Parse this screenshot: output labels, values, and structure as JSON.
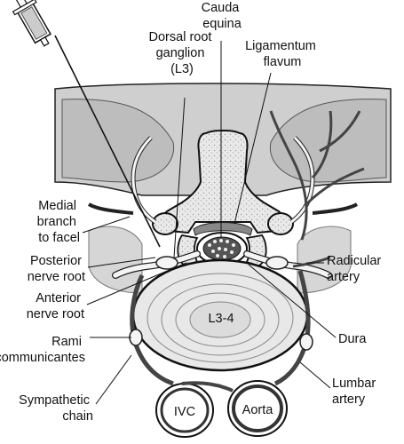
{
  "labels": {
    "cauda_equina": [
      "Cauda",
      "equina"
    ],
    "dorsal_root_ganglion": [
      "Dorsal root",
      "ganglion",
      "(L3)"
    ],
    "ligamentum_flavum": [
      "Ligamentum",
      "flavum"
    ],
    "medial_branch": [
      "Medial",
      "branch",
      "to facel"
    ],
    "posterior_nerve_root": [
      "Posterior",
      "nerve root"
    ],
    "anterior_nerve_root": [
      "Anterior",
      "nerve root"
    ],
    "rami_communicantes": [
      "Rami",
      "communicantes"
    ],
    "sympathetic_chain": [
      "Sympathetic",
      "chain"
    ],
    "radicular_artery": [
      "Radicular",
      "artery"
    ],
    "dura": "Dura",
    "lumbar_artery": [
      "Lumbar",
      "artery"
    ],
    "disc_level": "L3-4",
    "ivc": "IVC",
    "aorta": "Aorta"
  },
  "colors": {
    "tissue": "#c9c9c9",
    "tissue_dark": "#9e9e9e",
    "bone": "#e6e6e6",
    "nerve": "#f4f4f4",
    "vessel": "#5a5a5a",
    "outline": "#1a1a1a"
  }
}
